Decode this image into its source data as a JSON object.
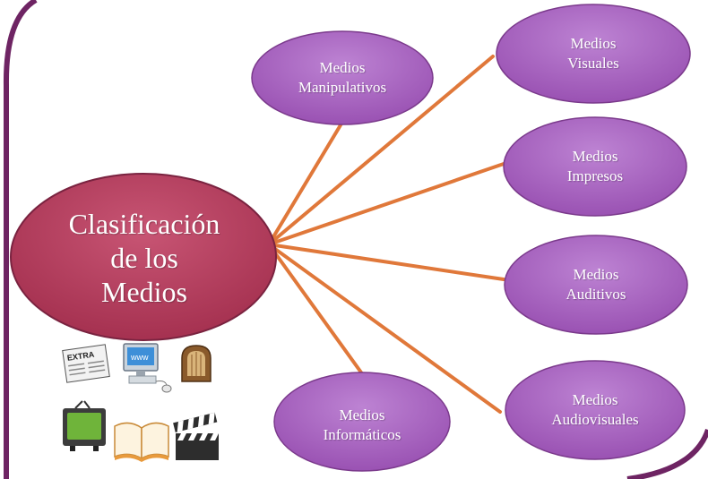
{
  "diagram": {
    "center": {
      "label_line1": "Clasificación",
      "label_line2": "de los",
      "label_line3": "Medios",
      "fill": "#b8405e"
    },
    "nodes": [
      {
        "id": "manipulativos",
        "line1": "Medios",
        "line2": "Manipulativos"
      },
      {
        "id": "visuales",
        "line1": "Medios",
        "line2": "Visuales"
      },
      {
        "id": "impresos",
        "line1": "Medios",
        "line2": "Impresos"
      },
      {
        "id": "auditivos",
        "line1": "Medios",
        "line2": "Auditivos"
      },
      {
        "id": "audiovisuales",
        "line1": "Medios",
        "line2": "Audiovisuales"
      },
      {
        "id": "informaticos",
        "line1": "Medios",
        "line2": "Informáticos"
      }
    ],
    "node_fill": "#a966c1",
    "connector_color": "#e0783a",
    "frame_color": "#6e2463"
  },
  "icons": [
    "newspaper-icon",
    "computer-icon",
    "radio-icon",
    "television-icon",
    "book-icon",
    "clapperboard-icon"
  ],
  "icon_text": {
    "newspaper": "EXTRA",
    "computer": "www"
  }
}
